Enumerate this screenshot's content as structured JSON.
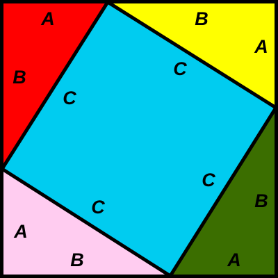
{
  "colors": {
    "top_left_triangle": "#ff0000",
    "top_right_triangle": "#ffff00",
    "bottom_right_triangle": "#3b6e00",
    "bottom_left_triangle": "#ffccf0",
    "center_square": "#00ccf0",
    "outline": "#000000"
  },
  "labels": {
    "top_left": {
      "side_a": "A",
      "side_b": "B"
    },
    "top_right": {
      "side_a": "A",
      "side_b": "B"
    },
    "bottom_right": {
      "side_a": "A",
      "side_b": "B"
    },
    "bottom_left": {
      "side_a": "A",
      "side_b": "B"
    },
    "square": {
      "side_top": "C",
      "side_left": "C",
      "side_right": "C",
      "side_bottom": "C"
    }
  }
}
